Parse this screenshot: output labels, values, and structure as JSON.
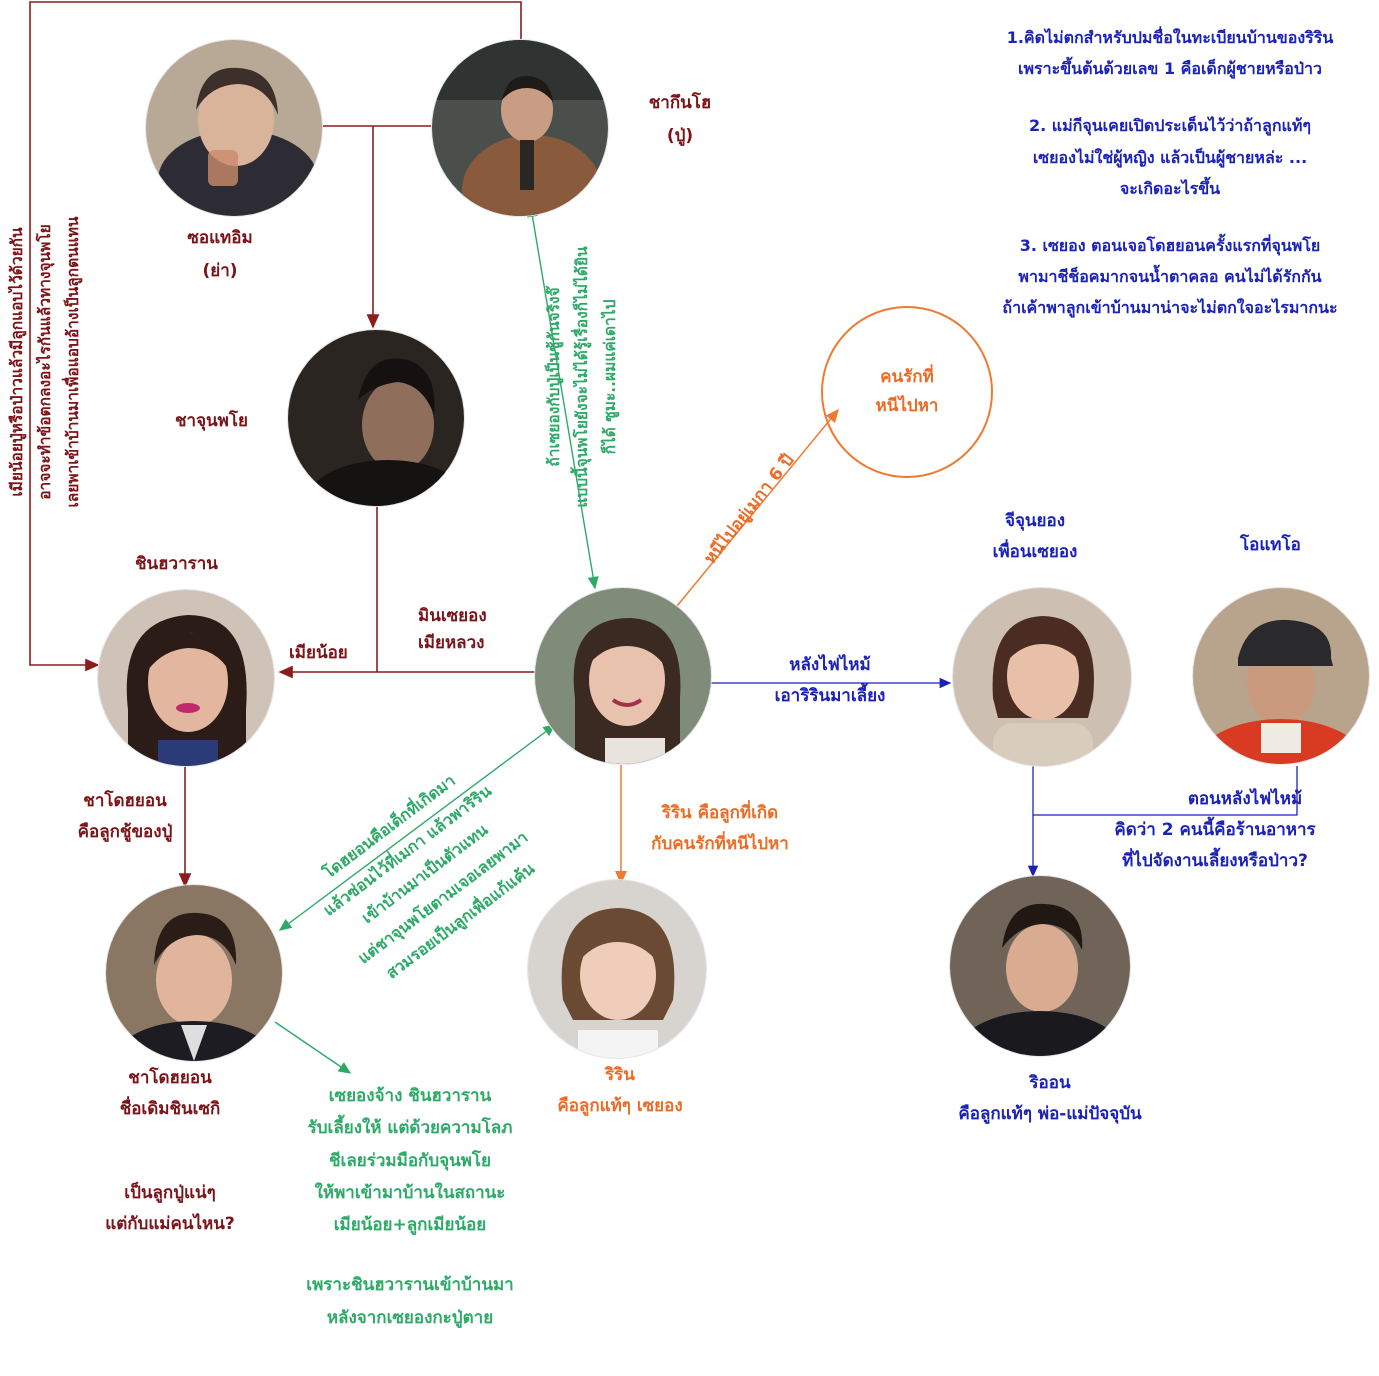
{
  "people": {
    "grandma": {
      "name": "ซอแทอิม",
      "role": "(ย่า)"
    },
    "grandpa": {
      "name": "ชากึนโฮ",
      "role": "(ปู่)"
    },
    "junpyo": {
      "name": "ชาจุนพโย"
    },
    "shinhwaran": {
      "name": "ชินฮวาราน"
    },
    "seyoung": {
      "name": "มินเซยอง",
      "role": "เมียหลวง"
    },
    "doyeon": {
      "name": "ชาโดฮยอน",
      "role": "ชื่อเดิมชินเซกิ"
    },
    "ririn": {
      "name": "ริริน",
      "role": "คือลูกแท้ๆ เซยอง"
    },
    "ji": {
      "name": "จีจุนยอง",
      "role": "เพื่อนเซยอง"
    },
    "oh": {
      "name": "โอแทโอ"
    },
    "rion": {
      "name": "ริออน",
      "role": "คือลูกแท้ๆ พ่อ-แม่ปัจจุบัน"
    }
  },
  "labels": {
    "minor_wife": "เมียน้อย",
    "doyeon_son": [
      "ชาโดฮยอน",
      "คือลูกชู้ของปู่"
    ],
    "doyeon_question": [
      "เป็นลูกปู่แน่ๆ",
      "แต่กับแม่คนไหน?"
    ],
    "lover_circle": [
      "คนรักที่",
      "หนีไปหา"
    ],
    "ran_away": "หนีไปอยู่เมกา 6 ปี",
    "ririn_note": [
      "ริริน คือลูกที่เกิด",
      "กับคนรักที่หนีไปหา"
    ],
    "after_fire": [
      "หลังไฟไหม้",
      "เอาริรินมาเลี้ยง"
    ],
    "restaurant": [
      "ตอนหลังไฟไหม้",
      "คิดว่า 2 คนนี้คือร้านอาหาร",
      "ที่ไปจัดงานเลี้ยงหรือป่าว?"
    ],
    "left_note": [
      "เมียน้อยปู่หรือป่าวแล้วมีลูกแอบไว้ด้วยกัน",
      "อาจจะทำข้อตกลงอะไรกันแล้วทางจุนพโย",
      "เลยพาเข้าบ้านมาเพื่อแอบอ้างเป็นลูกตนแทน"
    ],
    "vertical_green": [
      "ถ้าเซยองกับปู่เป็นชู้กันจริงจ๊",
      "แบบนี้จุนพโยยังจะไม่ได้รู้เรื่องก็ไม่ได้ยิน",
      "ก็ได้ ซูมะ..ผมแค่เดาไป"
    ],
    "diag_green": [
      "โดฮยอนคือเด็กที่เกิดมา",
      "แล้วซ่อนไว้ที่เมกา แล้วพาริริน",
      "เข้าบ้านมาเป็นตัวแทน",
      "แต่ชาจุนพโยตามเจอเลยพามา",
      "สวมรอยเป็นลูกเพื่อแก้แค้น"
    ],
    "green_bottom": [
      "เซยองจ้าง ชินฮวาราน",
      "รับเลี้ยงให้ แต่ด้วยความโลภ",
      "ชีเลยร่วมมือกับจุนพโย",
      "ให้พาเข้ามาบ้านในสถานะ",
      "เมียน้อย+ลูกเมียน้อย",
      "",
      "เพราะชินฮวารานเข้าบ้านมา",
      "หลังจากเซยองกะปู่ตาย"
    ],
    "notes": [
      "1.คิดไม่ตกสำหรับปมชื่อในทะเบียนบ้านของริริน",
      "เพราะขึ้นต้นด้วยเลข 1 คือเด็กผู้ชายหรือป่าว",
      "",
      "2. แม่กีจุนเคยเปิดประเด็นไว้ว่าถ้าลูกแท้ๆ",
      "เซยองไม่ใช่ผู้หญิง แล้วเป็นผู้ชายหล่ะ ...",
      "จะเกิดอะไรขึ้น",
      "",
      "3. เซยอง ตอนเจอโดฮยอนครั้งแรกที่จุนพโย",
      "พามาชีช็อคมากจนน้ำตาคลอ คนไม่ได้รักกัน",
      "ถ้าเค้าพาลูกเข้าบ้านมาน่าจะไม่ตกใจอะไรมากนะ"
    ]
  },
  "colors": {
    "red": "#7b1418",
    "blue": "#1b22b8",
    "green": "#2eaa68",
    "orange": "#ec6c25"
  }
}
